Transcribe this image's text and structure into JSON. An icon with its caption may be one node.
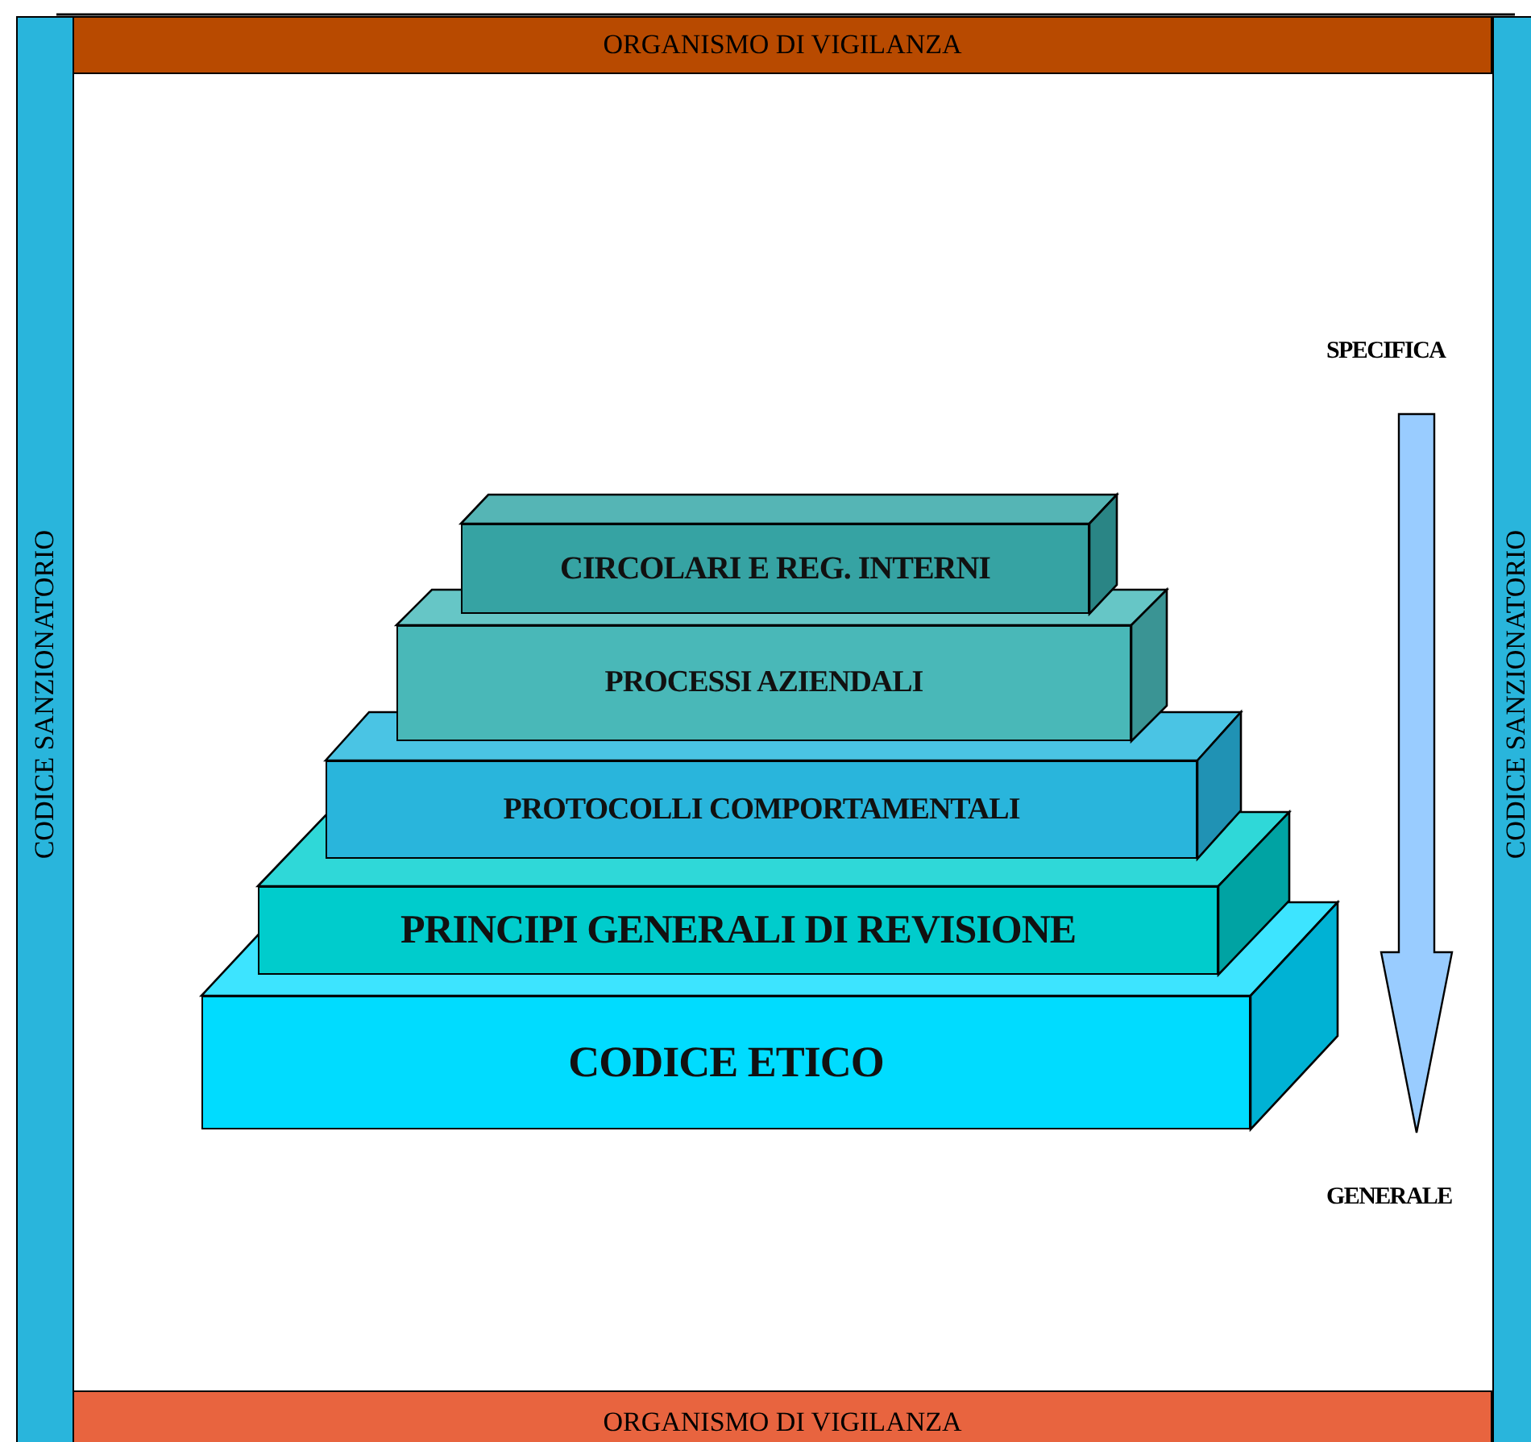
{
  "diagram": {
    "nodes": [
      {
        "text": [
          "ORGANISMO DI VIGILANZA"
        ]
      },
      {
        "text": [
          "CODICE SANZIONATORIO"
        ]
      },
      {
        "text": [
          "CODICE SANZIONATORIO"
        ]
      },
      {
        "text": [
          "CIRCOLARI E REG. INTERNI"
        ]
      },
      {
        "text": [
          "PROCESSI AZIENDALI"
        ]
      },
      {
        "text": [
          "PROTOCOLLI COMPORTAMENTALI"
        ]
      },
      {
        "text": [
          "PRINCIPI GENERALI DI REVISIONE"
        ]
      },
      {
        "text": [
          "CODICE ETICO"
        ]
      },
      {
        "text": [
          "ORGANISMO DI VIGILANZA"
        ]
      }
    ],
    "labels": [
      "SPECIFICA",
      "GENERALE"
    ]
  }
}
